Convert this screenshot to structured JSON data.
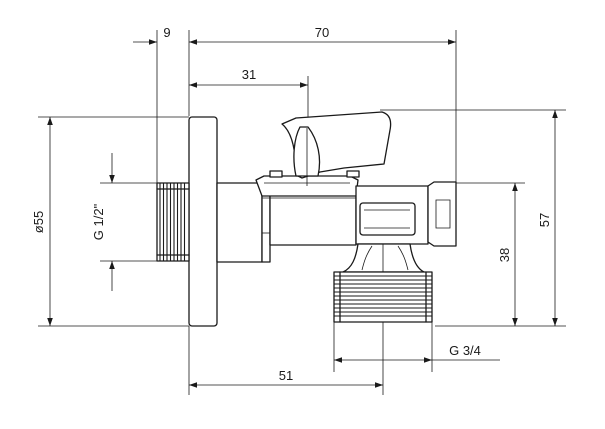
{
  "dimensions": {
    "top_gap": "9",
    "overall_width": "70",
    "handle_offset": "31",
    "base_length": "51",
    "flange_diameter": "ø55",
    "inlet_thread": "G 1/2\"",
    "outlet_thread": "G 3/4",
    "outlet_height": "38",
    "total_height": "57"
  }
}
